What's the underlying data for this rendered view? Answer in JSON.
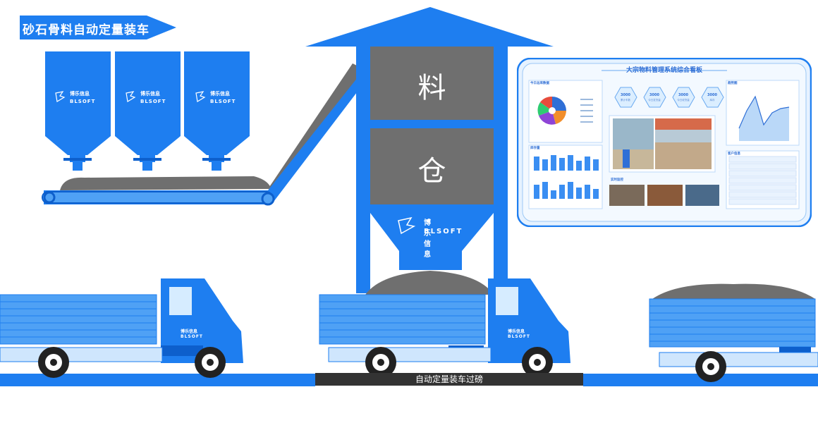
{
  "title": "砂石骨料自动定量装车",
  "bin_chars": [
    "料",
    "仓"
  ],
  "brand": {
    "cn": "博乐信息",
    "en": "BLSOFT"
  },
  "scale_label": "自动定量装车过磅",
  "dashboard": {
    "title": "大宗物料管理系统综合看板",
    "panels": [
      "今日总库数据",
      "趋势图",
      "库存量",
      "实时监控",
      "客户信息"
    ],
    "kpis": [
      {
        "value": "3000",
        "label": "累计车数"
      },
      {
        "value": "3000",
        "label": "今日发货量"
      },
      {
        "value": "3000",
        "label": "今日收货量"
      },
      {
        "value": "3000",
        "label": "库存"
      }
    ]
  },
  "colors": {
    "primary": "#1e7ef0",
    "light": "#4fa1f5",
    "dark": "#0d5fcc",
    "material": "#6f6f6f",
    "scale": "#333333"
  }
}
